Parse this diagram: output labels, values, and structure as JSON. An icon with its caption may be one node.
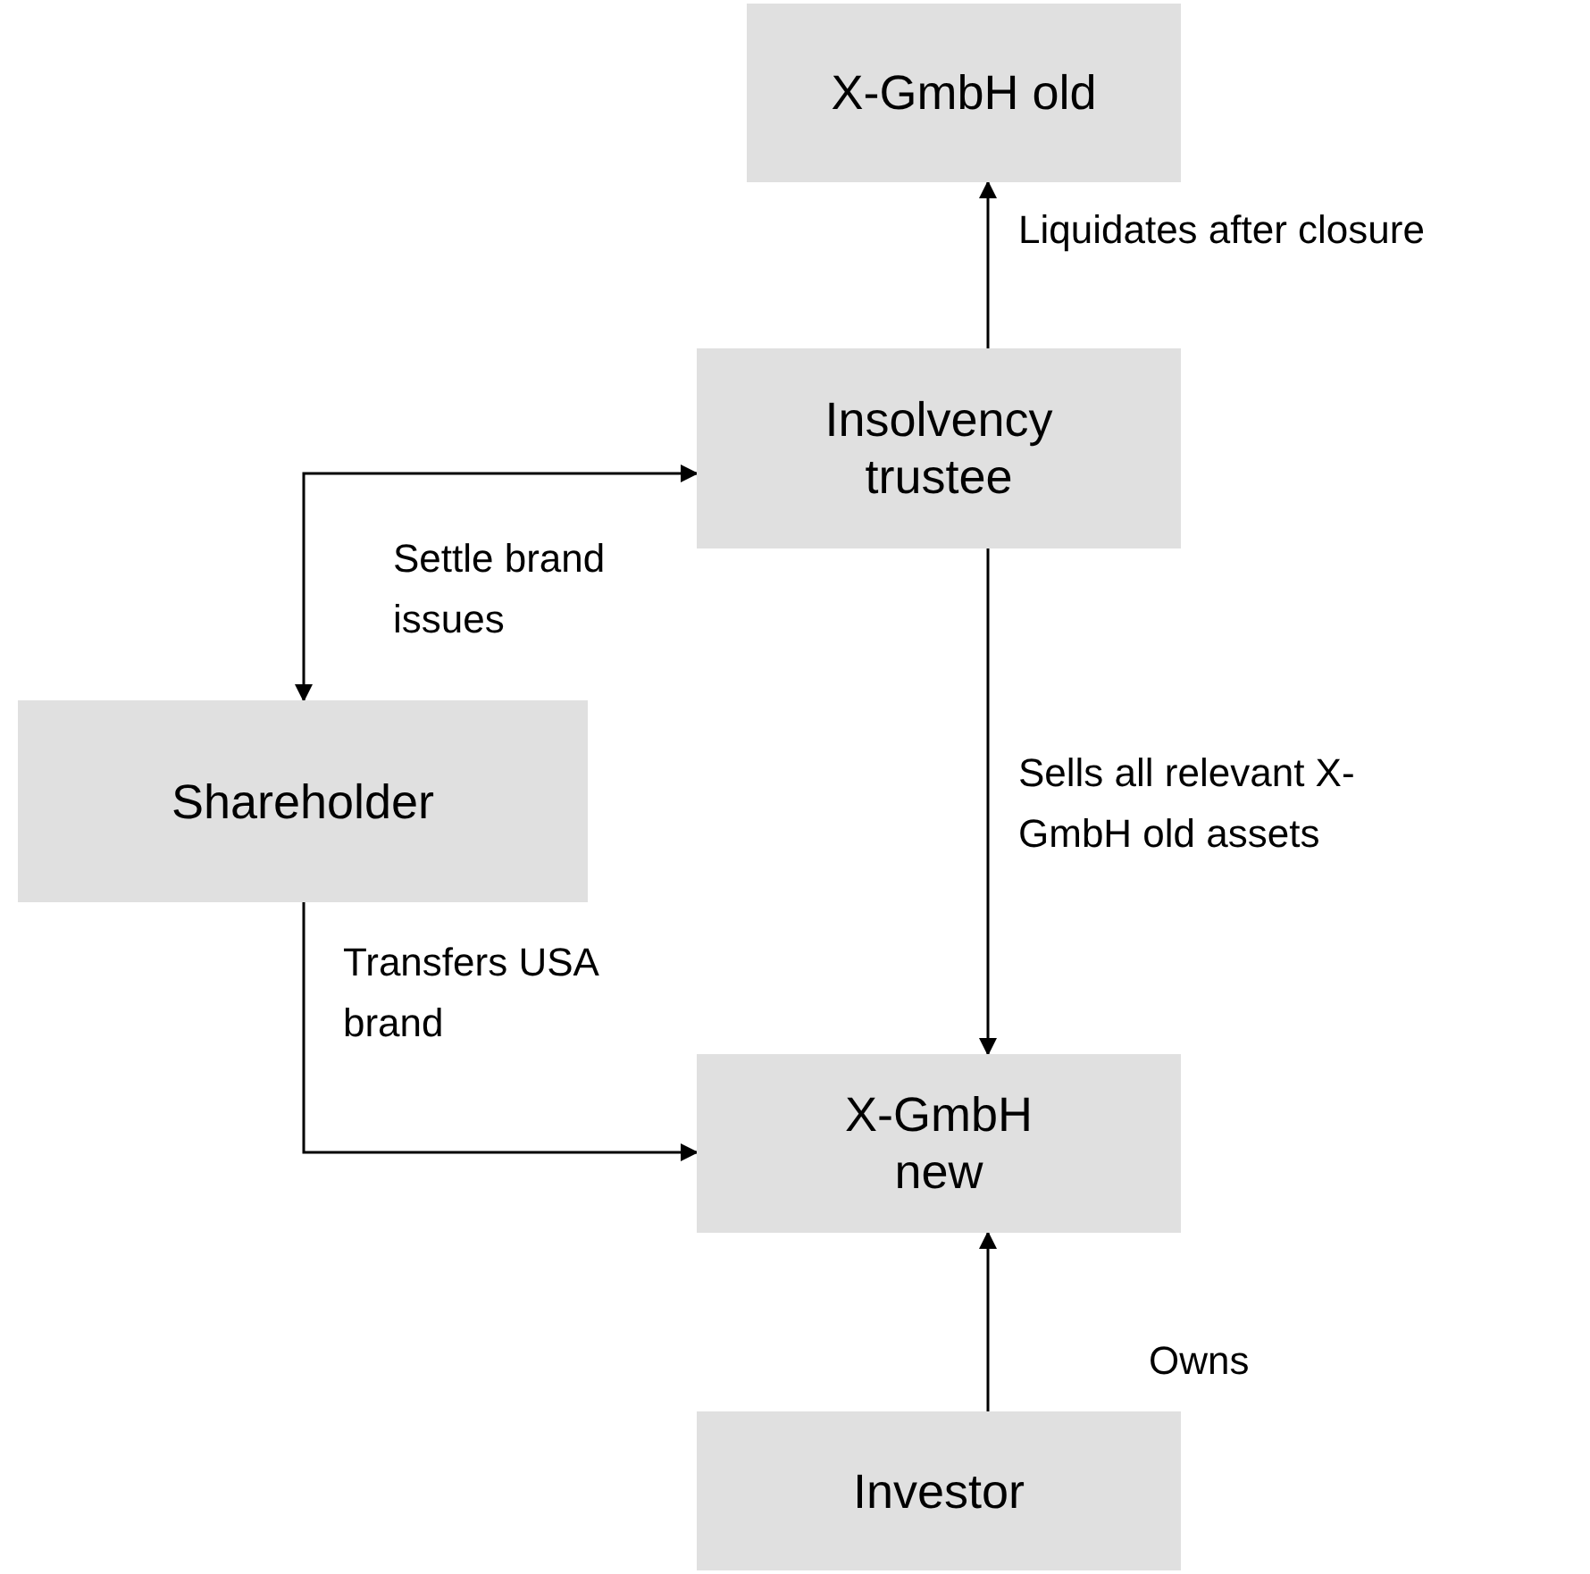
{
  "diagram": {
    "nodes": [
      {
        "text": [
          "X-GmbH old"
        ]
      },
      {
        "text": [
          "Insolvency trustee"
        ]
      },
      {
        "text": [
          "Shareholder"
        ]
      },
      {
        "text": [
          "X-GmbH new"
        ]
      },
      {
        "text": [
          "Investor"
        ]
      }
    ],
    "edges": [
      {
        "from": 1,
        "to": 0,
        "arrow": "to",
        "label": "Liquidates after closure"
      },
      {
        "from": 1,
        "to": 2,
        "arrow": "both",
        "label": "Settle brand issues"
      },
      {
        "from": 1,
        "to": 3,
        "arrow": "to",
        "label": "Sells all relevant X-GmbH old assets"
      },
      {
        "from": 2,
        "to": 3,
        "arrow": "to",
        "label": "Transfers USA brand"
      },
      {
        "from": 4,
        "to": 3,
        "arrow": "to",
        "label": "Owns"
      }
    ]
  }
}
